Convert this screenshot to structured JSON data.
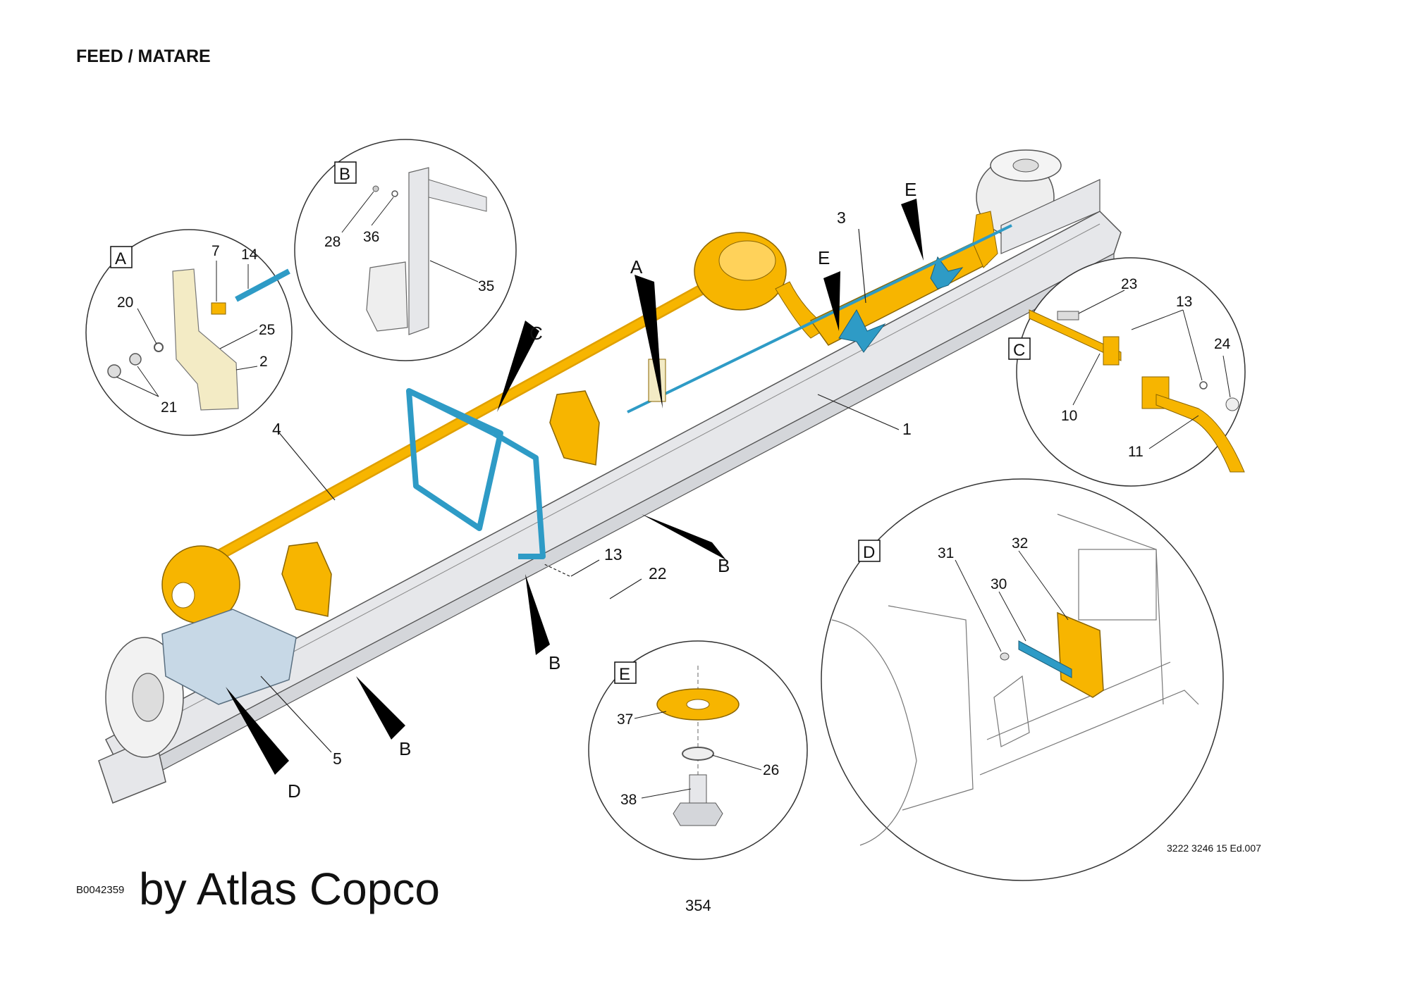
{
  "header": {
    "title": "FEED / MATARE"
  },
  "footer": {
    "image_id": "B0042359",
    "brand": "by Atlas Copco",
    "page_number": "354",
    "doc_ref": "3222 3246 15 Ed.007"
  },
  "main_labels": {
    "p1": "1",
    "p3": "3",
    "p4": "4",
    "p5": "5",
    "p13": "13",
    "p22": "22",
    "A": "A",
    "B1": "B",
    "B2": "B",
    "B3": "B",
    "C": "C",
    "D": "D",
    "E1": "E",
    "E2": "E"
  },
  "detail_A": {
    "tag": "A",
    "p7": "7",
    "p14": "14",
    "p20": "20",
    "p25": "25",
    "p2": "2",
    "p21": "21"
  },
  "detail_B": {
    "tag": "B",
    "p28": "28",
    "p36": "36",
    "p35": "35"
  },
  "detail_C": {
    "tag": "C",
    "p23": "23",
    "p13": "13",
    "p24": "24",
    "p10": "10",
    "p11": "11"
  },
  "detail_D": {
    "tag": "D",
    "p31": "31",
    "p32": "32",
    "p30": "30"
  },
  "detail_E": {
    "tag": "E",
    "p37": "37",
    "p26": "26",
    "p38": "38"
  },
  "colors": {
    "yellow": "#F7B500",
    "blue": "#2E9BC6",
    "gray": "#E6E7EA",
    "outline": "#555555"
  }
}
